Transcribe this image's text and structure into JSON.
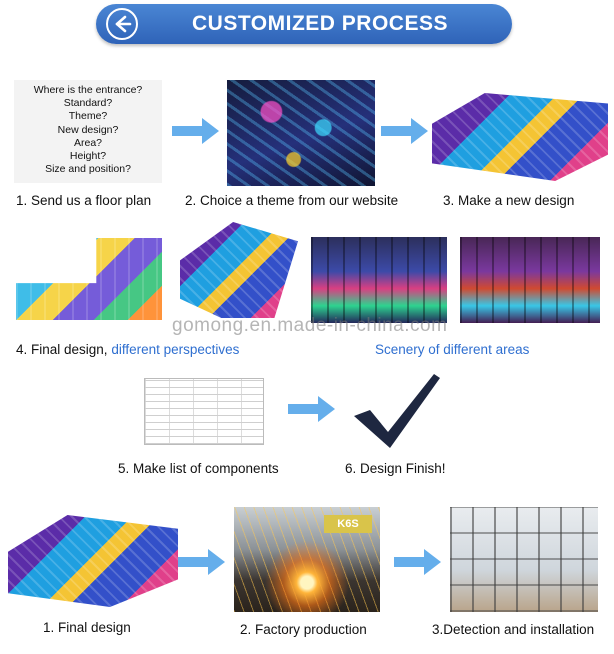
{
  "header": {
    "title": "CUSTOMIZED PROCESS"
  },
  "floor_plan": {
    "lines": [
      "Where is the entrance?",
      "Standard?",
      "Theme?",
      "New design?",
      "Area?",
      "Height?",
      "Size and position?"
    ]
  },
  "steps": {
    "s1": "1. Send us a floor plan",
    "s2": "2. Choice a theme from our website",
    "s3": "3. Make a new design",
    "s4_prefix": "4. Final design, ",
    "s4_highlight": "different perspectives",
    "scenery": "Scenery of different areas",
    "s5": "5. Make list of components",
    "s6": "6. Design Finish!"
  },
  "bottom_steps": {
    "b1": "1. Final design",
    "b2": "2. Factory production",
    "b3": "3.Detection and installation"
  },
  "factory_label": "K6S",
  "watermark": "gomong.en.made-in-china.com",
  "colors": {
    "banner": "#3a72c8",
    "accent_text": "#2f6fd0",
    "arrow": "#3a8fe0",
    "checkmark": "#1e2740"
  }
}
